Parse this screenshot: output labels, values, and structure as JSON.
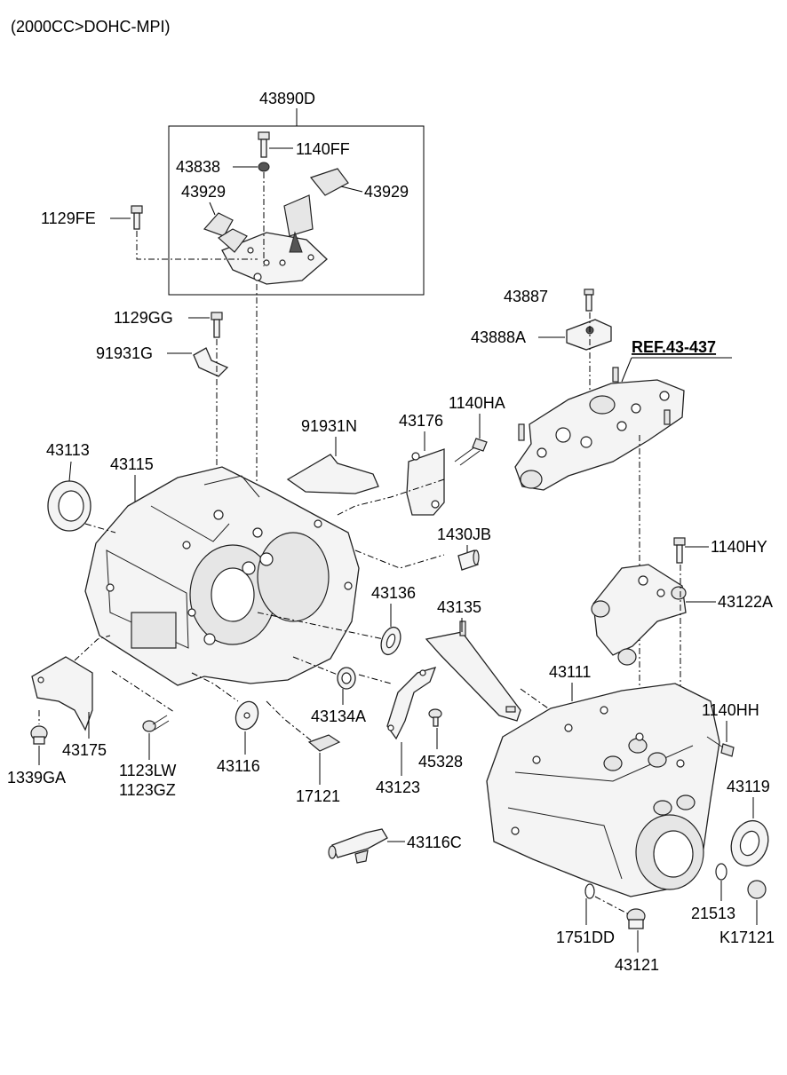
{
  "header": {
    "engine_spec": "(2000CC>DOHC-MPI)"
  },
  "group": {
    "label": "43890D"
  },
  "reference": {
    "label": "REF.43-437"
  },
  "parts": {
    "p1140FF": "1140FF",
    "p43838": "43838",
    "p43929_left": "43929",
    "p43929_right": "43929",
    "p1129FE": "1129FE",
    "p1129GG": "1129GG",
    "p91931G": "91931G",
    "p43887": "43887",
    "p43888A": "43888A",
    "p91931N": "91931N",
    "p43176": "43176",
    "p1140HA": "1140HA",
    "p43113": "43113",
    "p43115": "43115",
    "p1430JB": "1430JB",
    "p1140HY": "1140HY",
    "p43122A": "43122A",
    "p43136": "43136",
    "p43135": "43135",
    "p43111": "43111",
    "p1140HH": "1140HH",
    "p43134A": "43134A",
    "p45328": "45328",
    "p43123": "43123",
    "p43175": "43175",
    "p1339GA": "1339GA",
    "p1123LW": "1123LW",
    "p1123GZ": "1123GZ",
    "p43116": "43116",
    "p17121": "17121",
    "p43116C": "43116C",
    "p43119": "43119",
    "p21513": "21513",
    "p1751DD": "1751DD",
    "p43121": "43121",
    "pK17121": "K17121"
  }
}
